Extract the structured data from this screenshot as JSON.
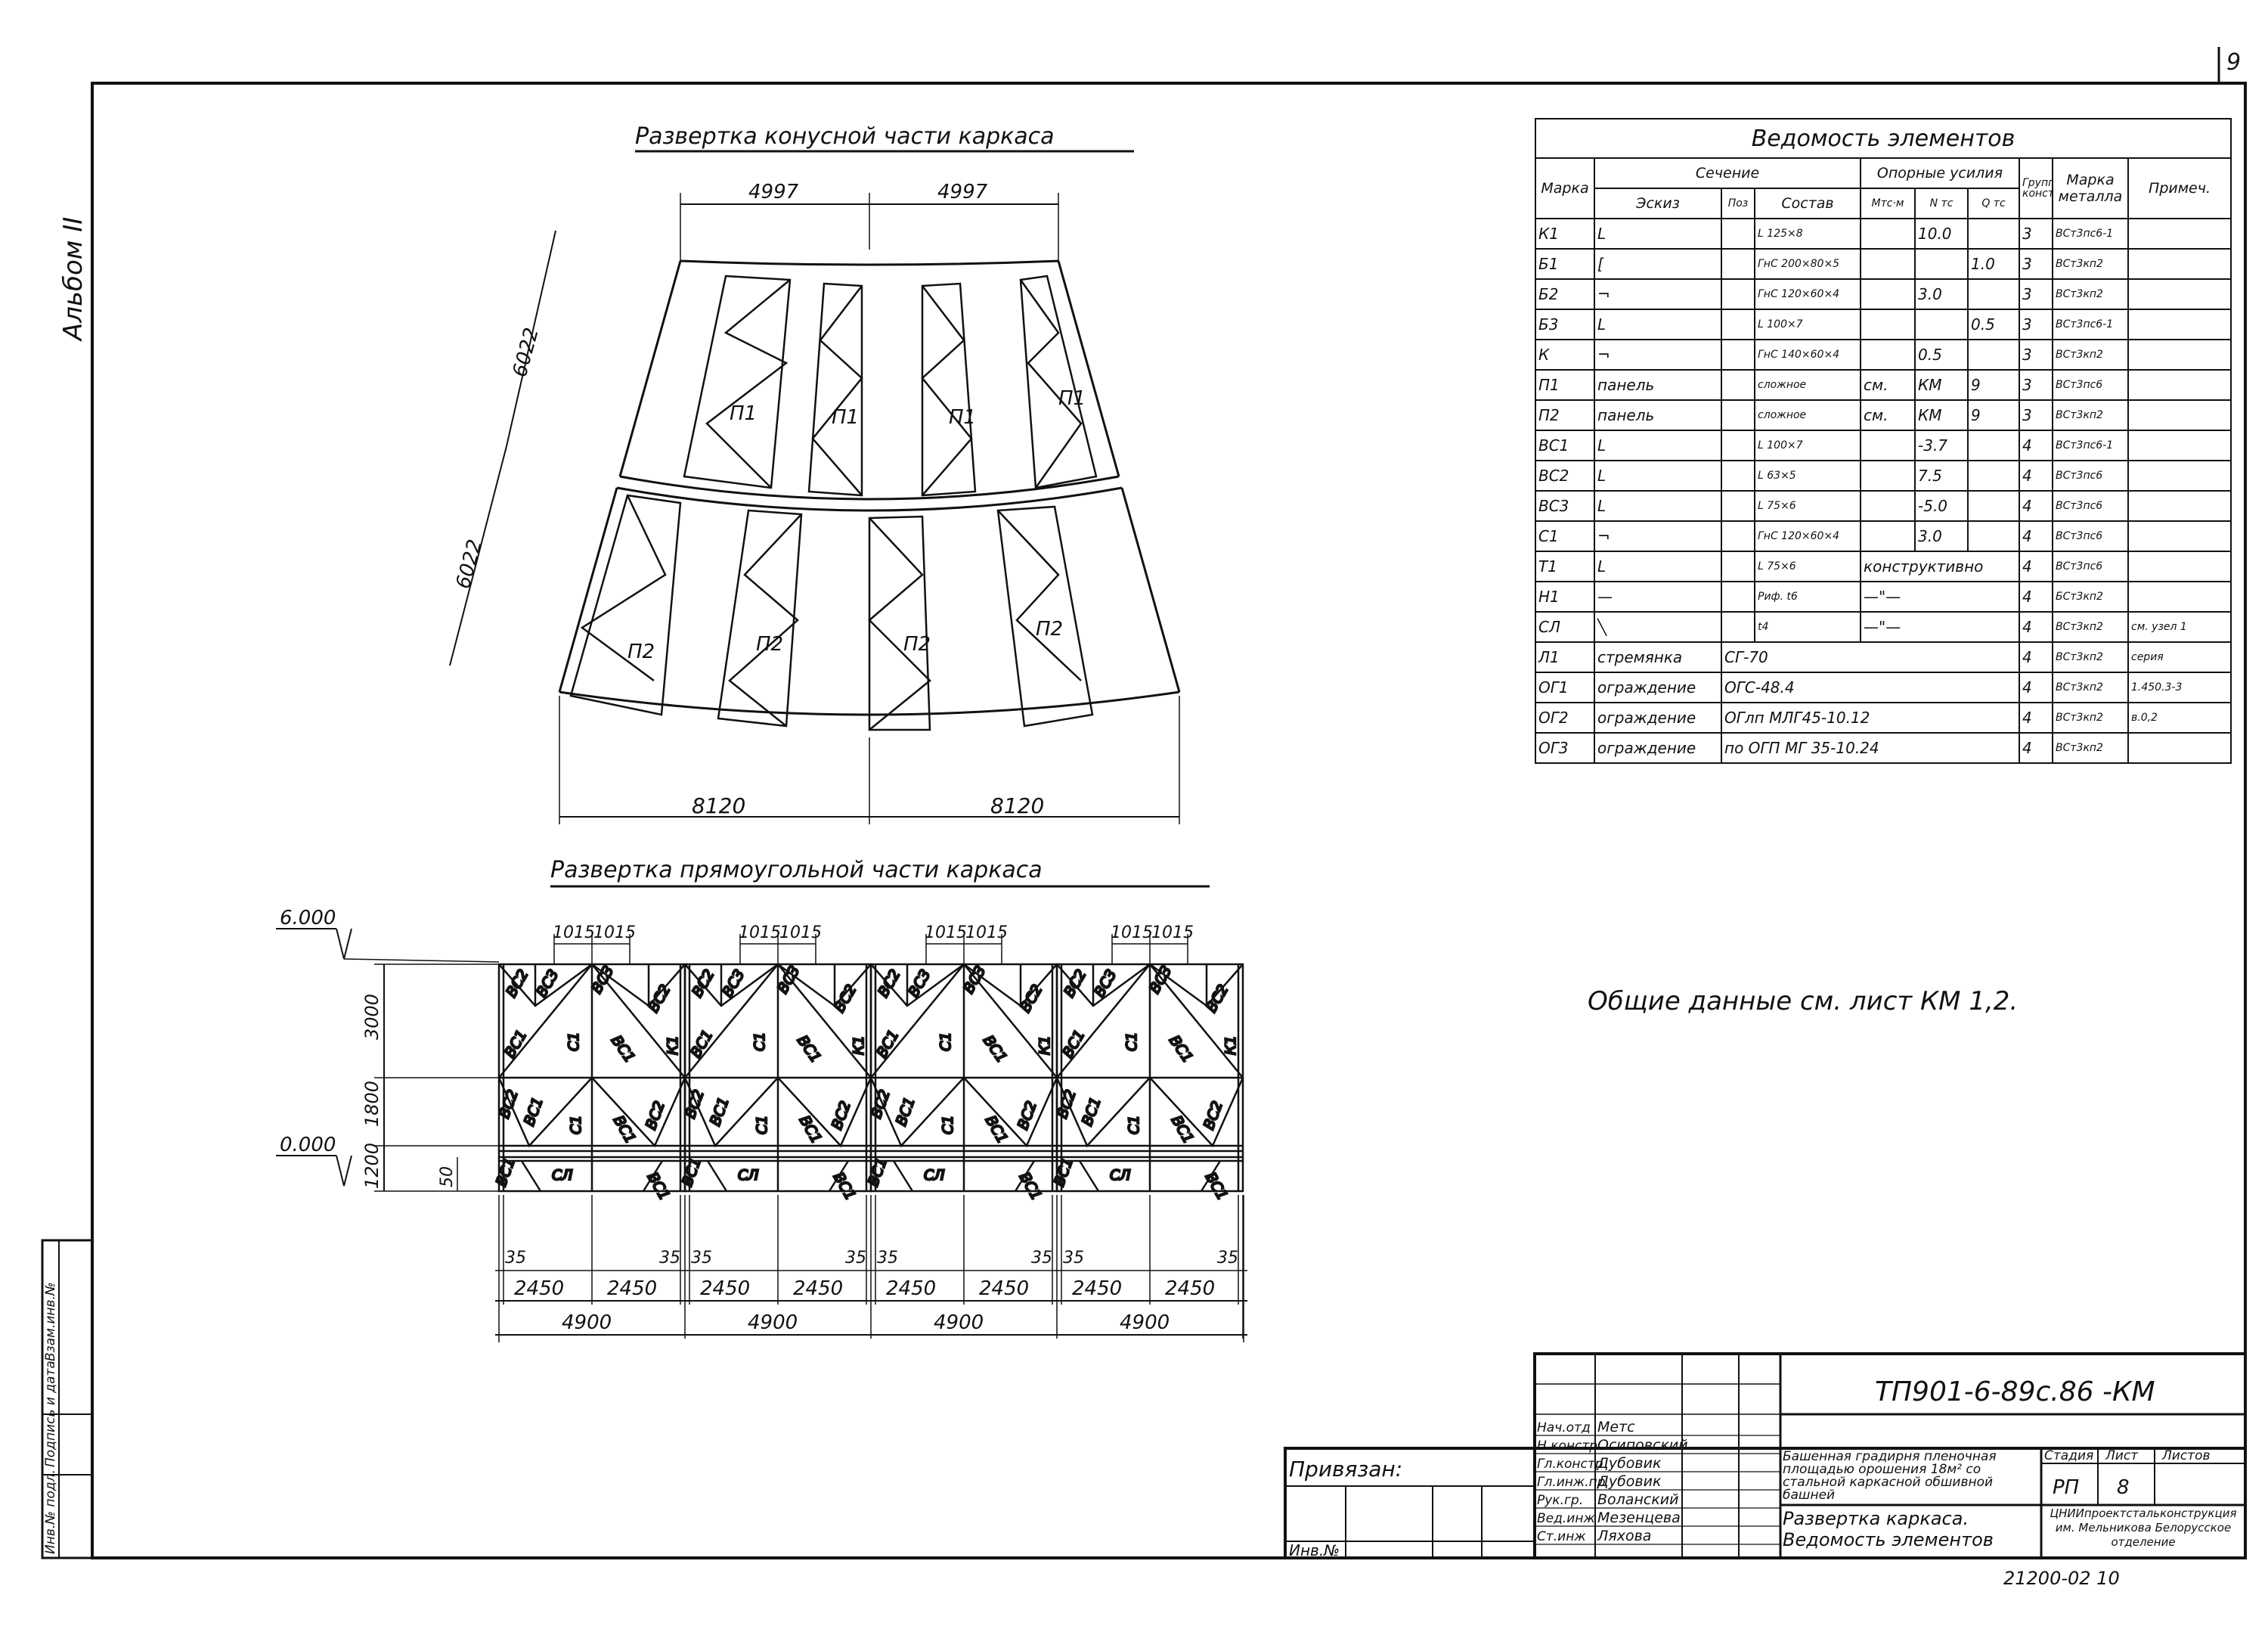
{
  "sheet": {
    "page_number": "9",
    "album": "Альбом II",
    "drawing_code": "ТП901-6-89с.86 -КМ",
    "archive_number": "21200-02 10"
  },
  "notes": {
    "general": "Общие данные см. лист КМ 1,2."
  },
  "cone": {
    "title": "Развертка конусной части каркаса",
    "dims_top": [
      "4997",
      "4997"
    ],
    "dims_slant": [
      "6022",
      "6022"
    ],
    "dims_bottom": [
      "8120",
      "8120"
    ],
    "upper_panels": [
      "П1",
      "П1",
      "П1",
      "П1"
    ],
    "lower_panels": [
      "П2",
      "П2",
      "П2",
      "П2"
    ]
  },
  "rect": {
    "title": "Развертка прямоугольной части каркаса",
    "level_top": "6.000",
    "level_bottom": "0.000",
    "dims_left": [
      "3000",
      "1800",
      "1200"
    ],
    "dim_50": "50",
    "dims_1015": [
      "1015",
      "1015"
    ],
    "dim_35": "35",
    "dims_2450": [
      "2450",
      "2450",
      "2450",
      "2450",
      "2450",
      "2450",
      "2450",
      "2450"
    ],
    "dims_4900": [
      "4900",
      "4900",
      "4900",
      "4900"
    ],
    "labels": {
      "bc1": "ВС1",
      "bc2": "ВС2",
      "bc3": "ВС3",
      "c1": "С1",
      "k1": "К1",
      "cl": "СЛ"
    }
  },
  "schedule": {
    "title": "Ведомость элементов",
    "headers": {
      "marka": "Марка",
      "section": "Сечение",
      "sketch": "Эскиз",
      "poz": "Поз",
      "sostav": "Состав",
      "forces": "Опорные усилия",
      "m": "Мтс·м",
      "n": "N тс",
      "q": "Q тс",
      "group": "Группа конструкций",
      "metal": "Марка металла",
      "note": "Примеч."
    },
    "rows": [
      {
        "mark": "К1",
        "sketch": "L",
        "sostav": "L 125×8",
        "m": "",
        "n": "10.0",
        "q": "",
        "group": "3",
        "metal": "ВСт3пс6-1",
        "note": ""
      },
      {
        "mark": "Б1",
        "sketch": "[",
        "sostav": "ГнС 200×80×5",
        "m": "",
        "n": "",
        "q": "1.0",
        "group": "3",
        "metal": "ВСт3кп2",
        "note": ""
      },
      {
        "mark": "Б2",
        "sketch": "¬",
        "sostav": "ГнС 120×60×4",
        "m": "",
        "n": "3.0",
        "q": "",
        "group": "3",
        "metal": "ВСт3кп2",
        "note": ""
      },
      {
        "mark": "Б3",
        "sketch": "L",
        "sostav": "L 100×7",
        "m": "",
        "n": "",
        "q": "0.5",
        "group": "3",
        "metal": "ВСт3пс6-1",
        "note": ""
      },
      {
        "mark": "К",
        "sketch": "¬",
        "sostav": "ГнС 140×60×4",
        "m": "",
        "n": "0.5",
        "q": "",
        "group": "3",
        "metal": "ВСт3кп2",
        "note": ""
      },
      {
        "mark": "П1",
        "sketch": "панель",
        "sostav": "сложное",
        "m": "см.",
        "n": "КМ",
        "q": "9",
        "group": "3",
        "metal": "ВСт3пс6",
        "note": ""
      },
      {
        "mark": "П2",
        "sketch": "панель",
        "sostav": "сложное",
        "m": "см.",
        "n": "КМ",
        "q": "9",
        "group": "3",
        "metal": "ВСт3кп2",
        "note": ""
      },
      {
        "mark": "ВС1",
        "sketch": "L",
        "sostav": "L 100×7",
        "m": "",
        "n": "-3.7",
        "q": "",
        "group": "4",
        "metal": "ВСт3пс6-1",
        "note": ""
      },
      {
        "mark": "ВС2",
        "sketch": "L",
        "sostav": "L 63×5",
        "m": "",
        "n": "7.5",
        "q": "",
        "group": "4",
        "metal": "ВСт3пс6",
        "note": ""
      },
      {
        "mark": "ВС3",
        "sketch": "L",
        "sostav": "L 75×6",
        "m": "",
        "n": "-5.0",
        "q": "",
        "group": "4",
        "metal": "ВСт3пс6",
        "note": ""
      },
      {
        "mark": "С1",
        "sketch": "¬",
        "sostav": "ГнС 120×60×4",
        "m": "",
        "n": "3.0",
        "q": "",
        "group": "4",
        "metal": "ВСт3пс6",
        "note": ""
      },
      {
        "mark": "Т1",
        "sketch": "L",
        "sostav": "L 75×6",
        "span": "конструктивно",
        "group": "4",
        "metal": "ВСт3пс6",
        "note": ""
      },
      {
        "mark": "Н1",
        "sketch": "—",
        "sostav": "Риф. t6",
        "span": "—\"—",
        "group": "4",
        "metal": "БСт3кп2",
        "note": ""
      },
      {
        "mark": "СЛ",
        "sketch": "╲",
        "sostav": "t4",
        "span": "—\"—",
        "group": "4",
        "metal": "ВСт3кп2",
        "note": "см. узел 1"
      },
      {
        "mark": "Л1",
        "sketch": "стремянка",
        "wide": "СГ-70",
        "group": "4",
        "metal": "ВСт3кп2",
        "note": "серия"
      },
      {
        "mark": "ОГ1",
        "sketch": "ограждение",
        "wide": "ОГС-48.4",
        "group": "4",
        "metal": "ВСт3кп2",
        "note": "1.450.3-3"
      },
      {
        "mark": "ОГ2",
        "sketch": "ограждение",
        "wide": "ОГлп МЛГ45-10.12",
        "group": "4",
        "metal": "ВСт3кп2",
        "note": "в.0,2"
      },
      {
        "mark": "ОГ3",
        "sketch": "ограждение",
        "wide": "по ОГП МГ 35-10.24",
        "group": "4",
        "metal": "ВСт3кп2",
        "note": ""
      }
    ]
  },
  "stamp": {
    "privyazan": "Привязан:",
    "inv": "Инв.№",
    "side_labels": [
      "Инв.№ подл.",
      "Подпись и дата",
      "Взам.инв.№"
    ],
    "roles": [
      "Нач.отд",
      "Н.констр",
      "Гл.констр",
      "Гл.инж.пр",
      "Рук.гр.",
      "Вед.инж",
      "Ст.инж"
    ],
    "names": [
      "Метс",
      "Осиповский",
      "Дубовик",
      "Дубовик",
      "Воланский",
      "Мезенцева",
      "Ляхова"
    ],
    "project": "Башенная градирня пленочная площадью орошения 18м² со стальной каркасной обшивной башней",
    "sheet_title": "Развертка каркаса. Ведомость элементов",
    "col_stage": "Стадия",
    "col_sheet": "Лист",
    "col_sheets": "Листов",
    "stage": "РП",
    "sheet": "8",
    "org": "ЦНИИпроектстальконструкция им. Мельникова Белорусское отделение"
  }
}
